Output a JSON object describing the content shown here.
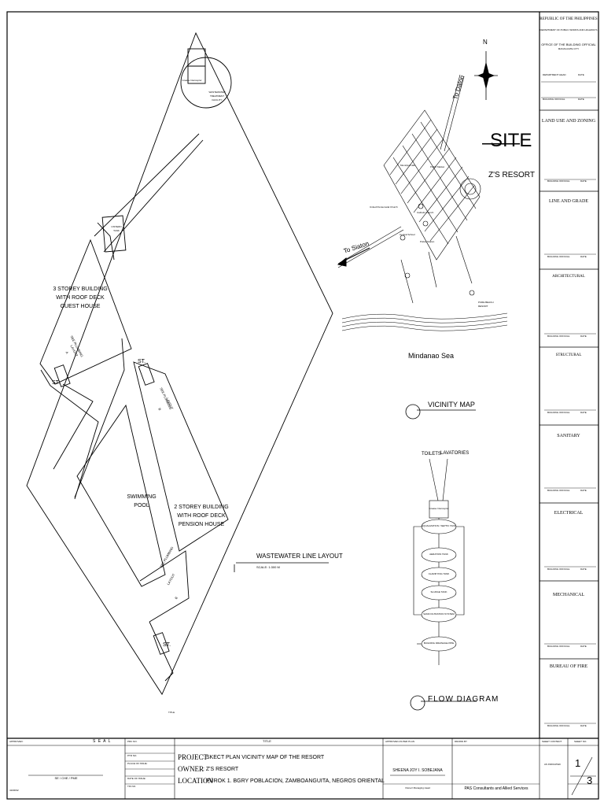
{
  "drawing": {
    "site_plan": {
      "grease_interceptor": "Grease Interceptor",
      "treatment_facility": [
        "WASTEWATER",
        "TREATMENT",
        "FACILITY"
      ],
      "cistern_tank": [
        "CISTERN",
        "TANK"
      ],
      "guest_house": [
        "3 STOREY BUILDING",
        "WITH ROOF DECK",
        "GUEST HOUSE"
      ],
      "pension_house": [
        "2 STOREY BUILDING",
        "WITH ROOF DECK",
        "PENSION HOUSE"
      ],
      "swimming_pool": [
        "SWIMMING",
        "POOL"
      ],
      "plumbing_a": [
        "SEE PLUMBING",
        "LAYOUT",
        "A"
      ],
      "plumbing_b1": [
        "SEE PLUMBING",
        "LAYOUT",
        "B"
      ],
      "plumbing_b2": [
        "SEE PLUMBING",
        "LAYOUT",
        "B"
      ],
      "st_1": "ST.",
      "st_2": "ST.",
      "st_3": "ST.",
      "title": "WASTEWATER LINE LAYOUT",
      "scale": "SCALE: 1:300 M",
      "footer_note": "TITLE"
    },
    "vicinity": {
      "north": "N",
      "to_dalon": "To Dalon",
      "to_siaton": "To Siaton",
      "site": "SITE",
      "resort": "Z'S RESORT",
      "sea": "Mindanao Sea",
      "title": "VICINITY MAP",
      "united_church": "United Pentecostal Church",
      "catholic_church": "Catholic Church",
      "municipal_hall": "Municipal Hall",
      "public_market": "Public Market",
      "central_school": "Central School",
      "police_station": "Police Station",
      "pure_beach": [
        "PURE BEACH",
        "RESORT"
      ]
    },
    "flow": {
      "toilets": "TOILETS",
      "lavatories": "LAVATORIES",
      "boxes": [
        "Grease Interceptor",
        "EQUALIZATION / SEPTIC TANK",
        "AERATION TANK",
        "CLARIFYING TANK",
        "SLUDGE TANK",
        "SAND FILTRATION SYSTEM",
        "BUILDING DRAINAGE PIPE"
      ],
      "title": "FLOW DIAGRAM"
    }
  },
  "sidebar": {
    "republic": "REPUBLIC OF THE PHILIPPINES",
    "department": "DEPARTMENT OF PUBLIC WORKS AND HIGHWAYS",
    "office": "OFFICE OF THE BUILDING OFFICIAL",
    "city": "MANAGUATE CITY",
    "dept_head": "DEPARTMENT HEAD",
    "date": "DATE",
    "building_official": "BUILDING OFFICIAL",
    "sections": [
      "LAND USE AND ZONING",
      "LINE AND GRADE",
      "ARCHITECTURAL",
      "STRUCTURAL",
      "SANITARY",
      "ELECTRICAL",
      "MECHANICAL",
      "BUREAU OF FIRE"
    ]
  },
  "title_block": {
    "approved": "APPROVED:",
    "seal": "S E A L",
    "prc_no": "PRC NO.",
    "ptr_no": "PTR NO.",
    "place_issue": "PLACE OF ISSUE:",
    "date_issue": "DATE OF ISSUE:",
    "tin_no": "TIN NO.",
    "se_che": "SE / CHE / PME",
    "small_code": "4100032",
    "title_header": "TITLE",
    "project_label": "PROJECT",
    "project_value": ": SKECT PLAN VICINITY MAP OF THE RESORT",
    "owner_label": "OWNER",
    "owner_value": ": Z'S RESORT",
    "location_label": "LOCATION",
    "location_value": ": PUROK 1. BGRY POBLACION, ZAMBOANGUITA,  NEGROS ORIENTAL",
    "approved_per_plan": "APPROVED AS PER PLAN",
    "owner_name": "SHEENA JOY I. SOBEJANA",
    "owner_role": "Owner/ Managing Head",
    "drawn_by": "DRAWN BY",
    "consultant": "PAS Consultants and Allied Services",
    "sheet_content": "SHEET CONTENT",
    "as_indicated": "AS INDICATED",
    "sheet_no_label": "SHEET NO.",
    "sheet_no": "1",
    "sheet_total": "3"
  }
}
